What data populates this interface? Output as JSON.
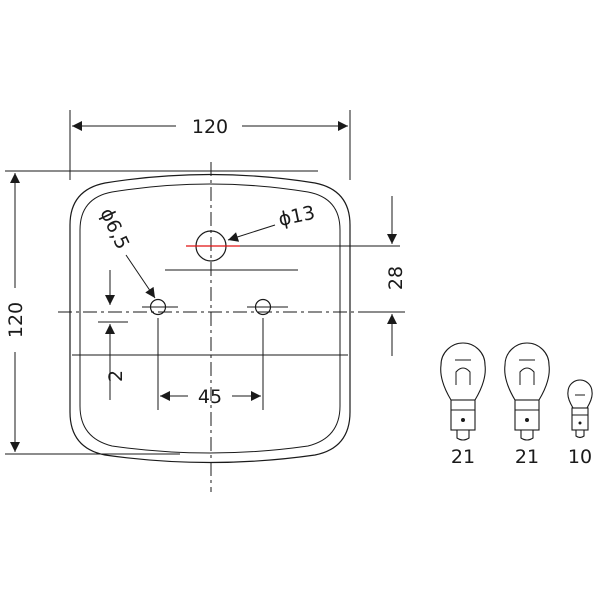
{
  "dimensions": {
    "width": "120",
    "height": "120",
    "hole_large": "ϕ13",
    "hole_small": "ϕ6,5",
    "hole_spacing": "45",
    "vertical_offset": "28",
    "small_offset": "2"
  },
  "bulbs": [
    {
      "label": "21",
      "icon": "bulb-large-icon"
    },
    {
      "label": "21",
      "icon": "bulb-large-icon"
    },
    {
      "label": "10",
      "icon": "bulb-small-icon"
    }
  ],
  "colors": {
    "line": "#1a1a1a",
    "accent": "#e01010"
  }
}
